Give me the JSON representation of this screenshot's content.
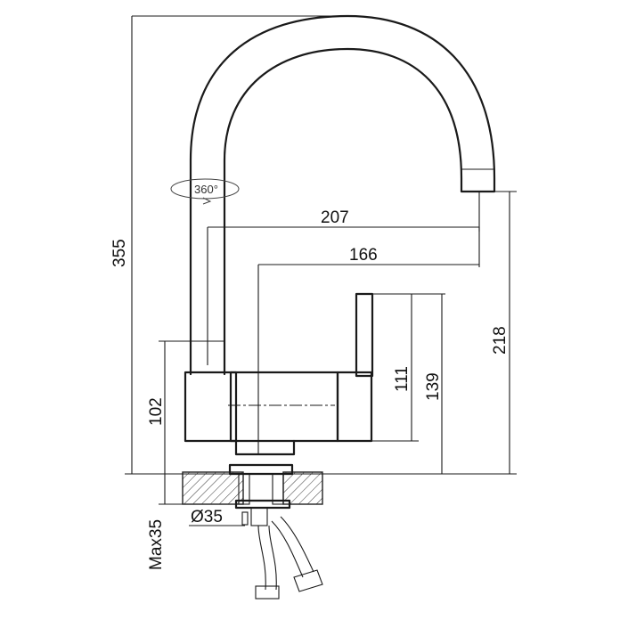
{
  "dimensions": {
    "total_height": "355",
    "reach_outer": "207",
    "reach_inner": "166",
    "spout_height": "218",
    "handle_top": "139",
    "handle_height": "111",
    "body_height": "102",
    "mount_thickness": "Max35",
    "hole_diameter": "Ø35"
  },
  "rotation_label": "360°",
  "colors": {
    "line": "#1a1a1a",
    "background": "#ffffff"
  }
}
